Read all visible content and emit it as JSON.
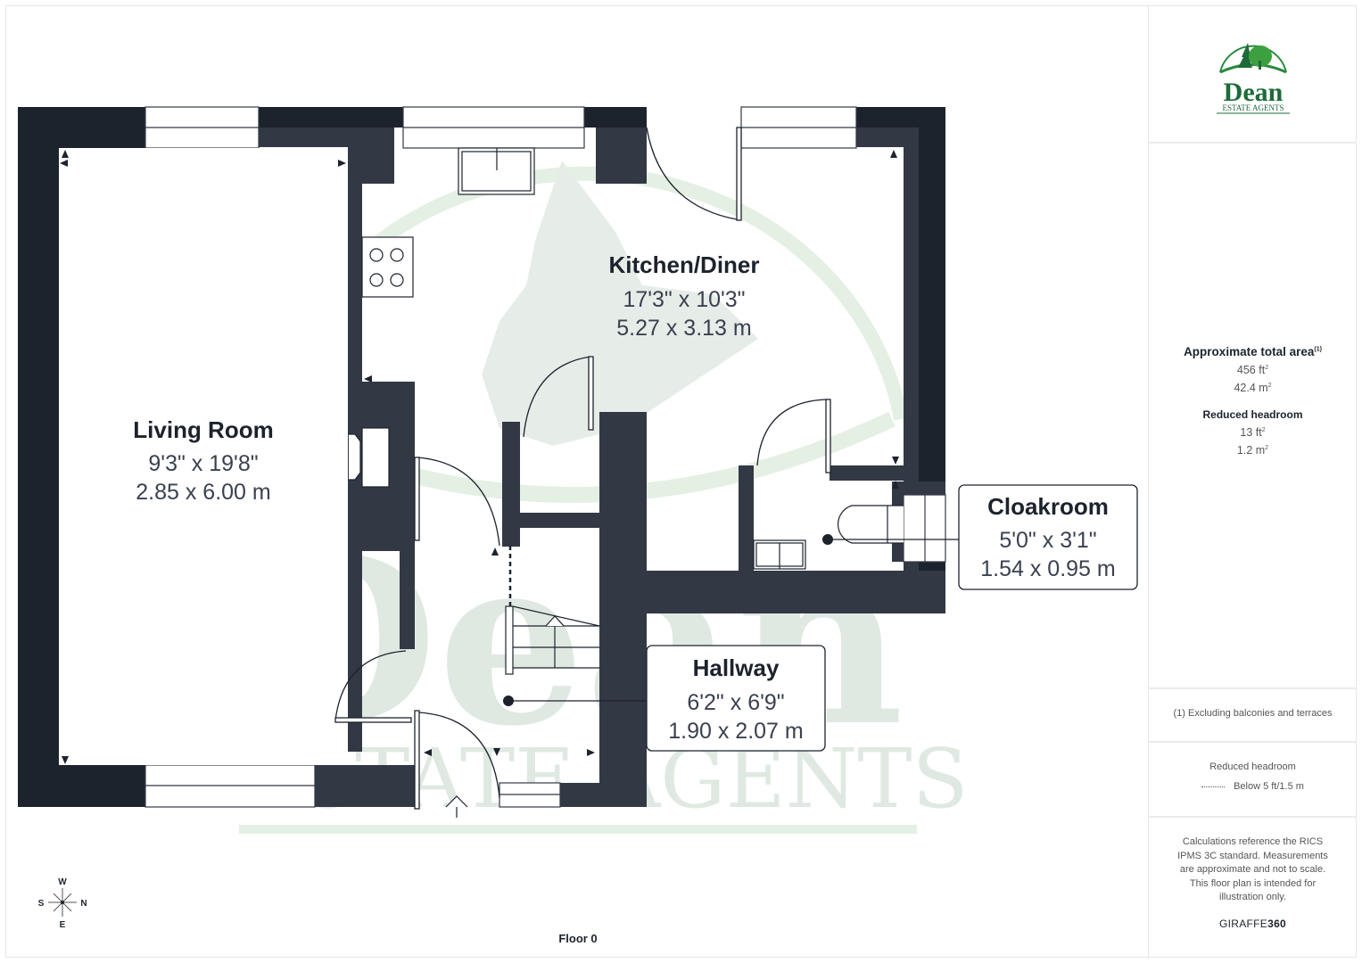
{
  "brand": {
    "logo_name": "Dean",
    "logo_subtitle": "ESTATE AGENTS",
    "colors": {
      "green": "#1e7b3c",
      "light_green": "#4aa84a",
      "wall_dark": "#1d232d",
      "wall_mid": "#333845",
      "watermark": "#dde8e0"
    }
  },
  "floor": {
    "label": "Floor 0"
  },
  "rooms": [
    {
      "name": "Living Room",
      "dim_imperial": "9'3\" x 19'8\"",
      "dim_metric": "2.85 x 6.00 m"
    },
    {
      "name": "Kitchen/Diner",
      "dim_imperial": "17'3\" x 10'3\"",
      "dim_metric": "5.27 x 3.13 m"
    },
    {
      "name": "Cloakroom",
      "dim_imperial": "5'0\" x 3'1\"",
      "dim_metric": "1.54 x 0.95 m"
    },
    {
      "name": "Hallway",
      "dim_imperial": "6'2\" x 6'9\"",
      "dim_metric": "1.90 x 2.07 m"
    }
  ],
  "compass": {
    "top": "W",
    "left": "S",
    "right": "N",
    "bottom": "E"
  },
  "sidebar": {
    "total_area": {
      "title": "Approximate total area",
      "footnote_mark": "(1)",
      "sqft": "456 ft",
      "sqm": "42.4 m",
      "unit_sup": "2"
    },
    "reduced_headroom": {
      "title": "Reduced headroom",
      "sqft": "13 ft",
      "sqm": "1.2 m",
      "unit_sup": "2"
    },
    "footnote": "(1) Excluding balconies and terraces",
    "legend": {
      "title": "Reduced headroom",
      "item": "Below 5 ft/1.5 m"
    },
    "disclaimer": "Calculations reference the RICS IPMS 3C standard. Measurements are approximate and not to scale. This floor plan is intended for illustration only.",
    "credit_light": "GIRAFFE",
    "credit_bold": "360"
  }
}
